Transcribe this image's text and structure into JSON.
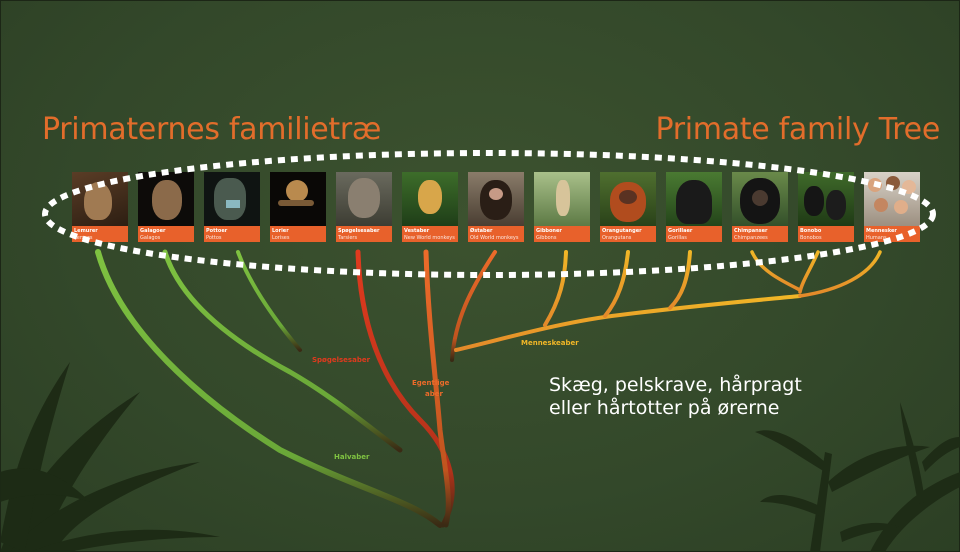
{
  "title_da": "Primaternes familietræ",
  "title_en": "Primate family Tree",
  "callout_line1": "Skæg, pelskrave, hårpragt",
  "callout_line2": "eller hårtotter på ørerne",
  "branches": {
    "halvaber": "Halvaber",
    "spogelsesaber": "Spøgelsesaber",
    "egentlige_1": "Egentlige",
    "egentlige_2": "aber",
    "menneskeaber": "Menneskeaber"
  },
  "cards": [
    {
      "da": "Lemurer",
      "en": "Lemurs"
    },
    {
      "da": "Galagoer",
      "en": "Galagos"
    },
    {
      "da": "Pottoer",
      "en": "Pottos"
    },
    {
      "da": "Lorier",
      "en": "Lorises"
    },
    {
      "da": "Spøgelsesaber",
      "en": "Tarsiers"
    },
    {
      "da": "Vestaber",
      "en": "New World monkeys"
    },
    {
      "da": "Østaber",
      "en": "Old World monkeys"
    },
    {
      "da": "Gibboner",
      "en": "Gibbons"
    },
    {
      "da": "Orangutanger",
      "en": "Orangutans"
    },
    {
      "da": "Gorillaer",
      "en": "Gorillas"
    },
    {
      "da": "Chimpanser",
      "en": "Chimpanzees"
    },
    {
      "da": "Bonobo",
      "en": "Bonobos"
    },
    {
      "da": "Mennesker",
      "en": "Humans"
    }
  ],
  "colors": {
    "title": "#e26d2b",
    "halvaber": "#7fc241",
    "spogelsesaber": "#e03a1e",
    "egentlige": "#ec6b2a",
    "menneskeaber": "#f0b627",
    "background": "#34492b"
  }
}
